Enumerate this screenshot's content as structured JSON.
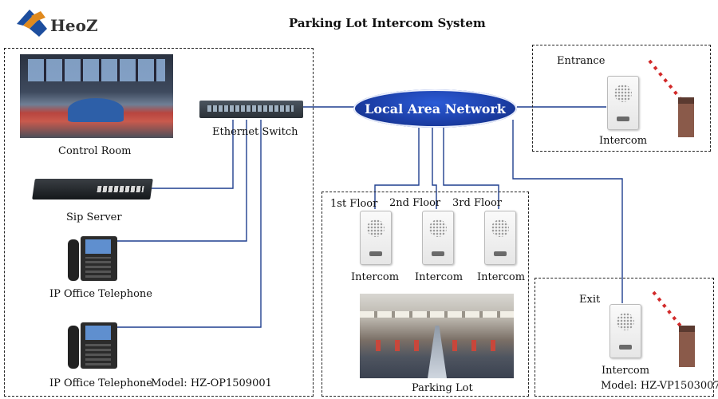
{
  "header": {
    "logo_text": "HeoZ",
    "title": "Parking Lot Intercom System"
  },
  "network": {
    "lan_label": "Local Area Network"
  },
  "left_panel": {
    "control_room_label": "Control Room",
    "ethernet_switch_label": "Ethernet Switch",
    "sip_server_label": "Sip Server",
    "phone1_label": "IP Office Telephone",
    "phone2_label": "IP Office Telephone",
    "phone_model_label": "Model: HZ-OP1509001"
  },
  "entrance_panel": {
    "title": "Entrance",
    "intercom_label": "Intercom"
  },
  "parking_panel": {
    "floors": [
      "1st Floor",
      "2nd Floor",
      "3rd Floor"
    ],
    "intercom_labels": [
      "Intercom",
      "Intercom",
      "Intercom"
    ],
    "parking_lot_label": "Parking Lot"
  },
  "exit_panel": {
    "title": "Exit",
    "intercom_label": "Intercom",
    "model_label": "Model: HZ-VP1503007"
  },
  "colors": {
    "lan_blue": "#1c3fa8",
    "line_blue": "#1f3f8f",
    "logo_blue": "#1d4e9e",
    "logo_orange": "#e08a1e",
    "barrier_red": "#d22a2a"
  }
}
